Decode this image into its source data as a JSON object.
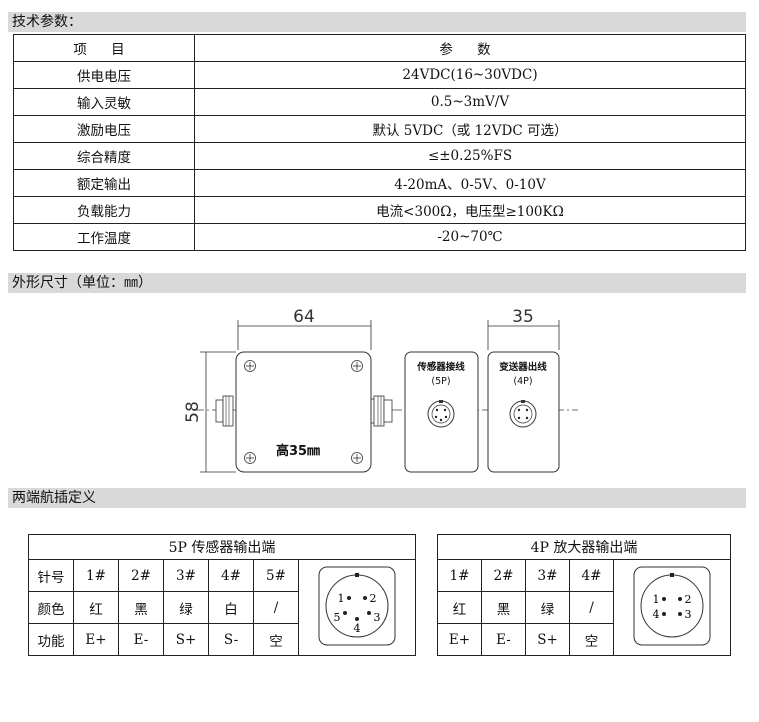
{
  "sections": {
    "tech_params": "技术参数：",
    "dimensions": "外形尺寸（单位：㎜）",
    "pin_definition": "两端航插定义"
  },
  "spec_table": {
    "header": [
      "项 目",
      "参 数"
    ],
    "rows": [
      [
        "供电电压",
        "24VDC(16~30VDC)"
      ],
      [
        "输入灵敏",
        "0.5~3mV/V"
      ],
      [
        "激励电压",
        "默认 5VDC（或 12VDC 可选）"
      ],
      [
        "综合精度",
        "≤±0.25%FS"
      ],
      [
        "额定输出",
        "4-20mA、0-5V、0-10V"
      ],
      [
        "负载能力",
        "电流<300Ω，电压型≥100KΩ"
      ],
      [
        "工作温度",
        "-20~70℃"
      ]
    ]
  },
  "drawing": {
    "width_dim": "64",
    "height_dim": "58",
    "depth_dim": "35",
    "body_label": "高35㎜",
    "sensor_label": "传感器接线",
    "sensor_pins": "(5P)",
    "transmitter_label": "变送器出线",
    "transmitter_pins": "(4P)"
  },
  "pin_5p": {
    "title": "5P 传感器输出端",
    "rows": [
      [
        "针号",
        "1#",
        "2#",
        "3#",
        "4#",
        "5#"
      ],
      [
        "颜色",
        "红",
        "黑",
        "绿",
        "白",
        "/"
      ],
      [
        "功能",
        "E+",
        "E-",
        "S+",
        "S-",
        "空"
      ]
    ],
    "connector_pins": [
      "1",
      "2",
      "3",
      "4",
      "5"
    ]
  },
  "pin_4p": {
    "title": "4P 放大器输出端",
    "rows": [
      [
        "1#",
        "2#",
        "3#",
        "4#"
      ],
      [
        "红",
        "黑",
        "绿",
        "/"
      ],
      [
        "E+",
        "E-",
        "S+",
        "空"
      ]
    ],
    "connector_pins": [
      "1",
      "2",
      "3",
      "4"
    ]
  }
}
